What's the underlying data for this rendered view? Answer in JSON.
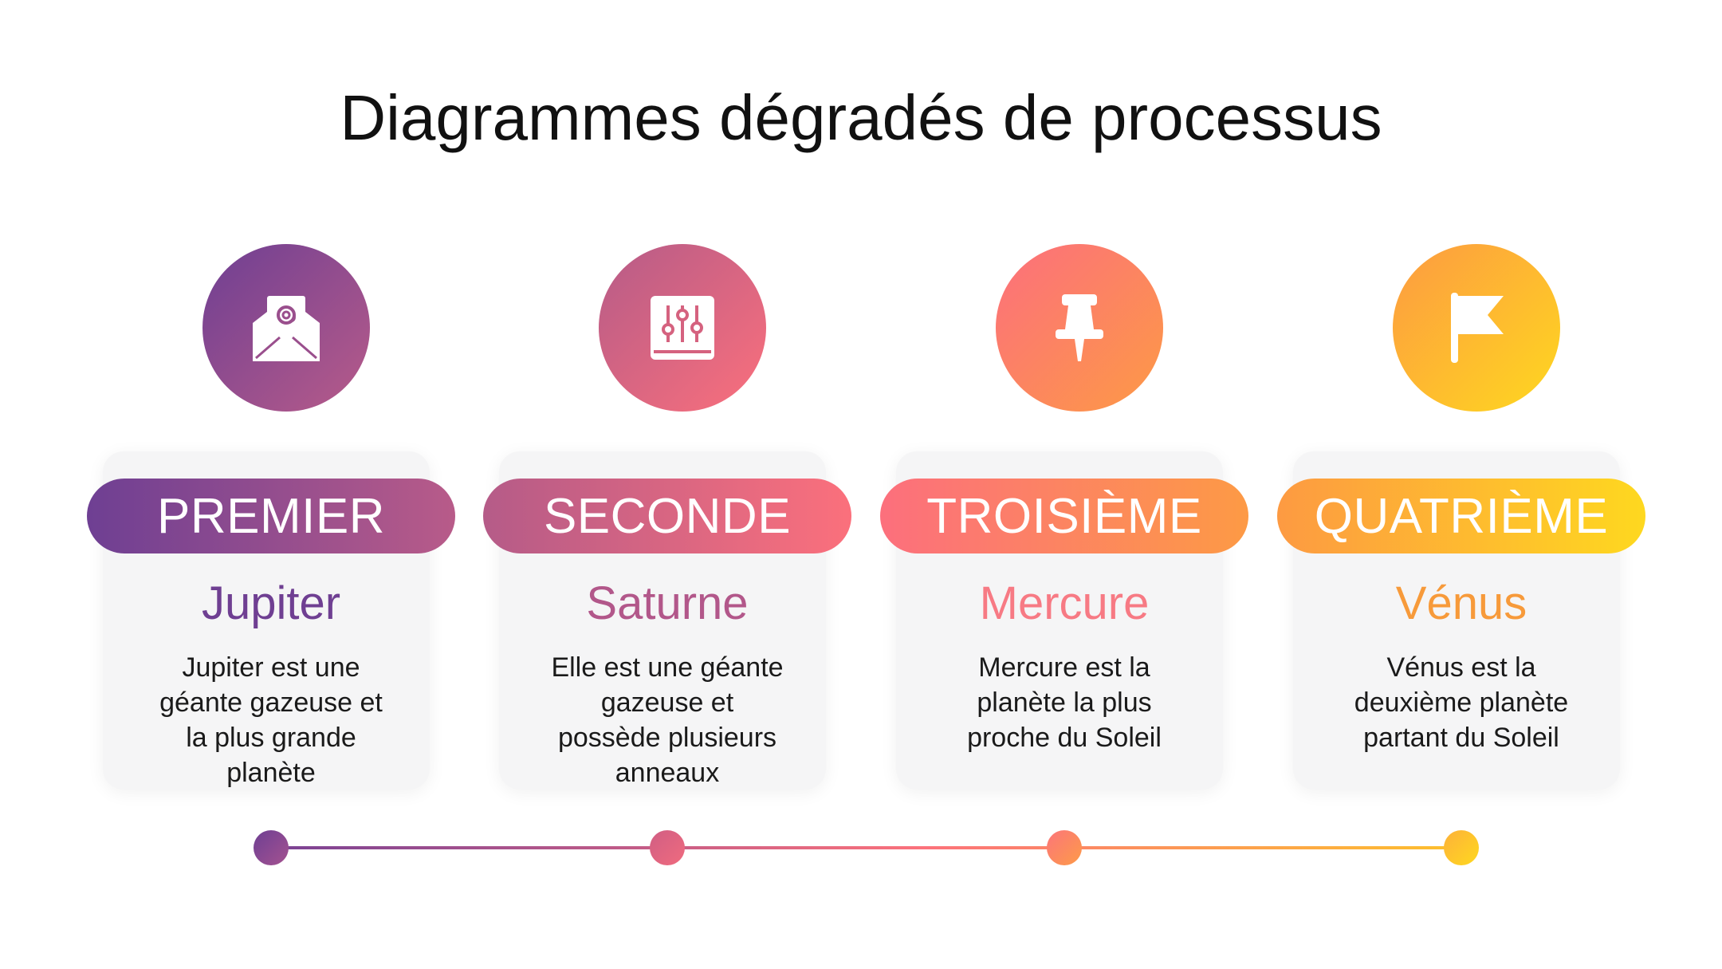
{
  "title": "Diagrammes dégradés de processus",
  "steps": [
    {
      "label": "PREMIER",
      "planet": "Jupiter",
      "description": "Jupiter est une géante gazeuse et la plus grande planète",
      "icon": "envelope-at-icon",
      "color_start": "#6e3f93",
      "color_end": "#b85b89",
      "accent": "#6f3f92"
    },
    {
      "label": "SECONDE",
      "planet": "Saturne",
      "description": "Elle est une géante gazeuse et possède plusieurs anneaux",
      "icon": "sliders-icon",
      "color_start": "#b55b88",
      "color_end": "#fb707c",
      "accent": "#b2578a"
    },
    {
      "label": "TROISIÈME",
      "planet": "Mercure",
      "description": "Mercure est la planète la plus proche du Soleil",
      "icon": "pushpin-icon",
      "color_start": "#fc6f7d",
      "color_end": "#fd9a45",
      "accent": "#f77a84"
    },
    {
      "label": "QUATRIÈME",
      "planet": "Vénus",
      "description": "Vénus est la deuxième planète partant du Soleil",
      "icon": "flag-icon",
      "color_start": "#fd9a42",
      "color_end": "#fed81f",
      "accent": "#f79a3a"
    }
  ]
}
